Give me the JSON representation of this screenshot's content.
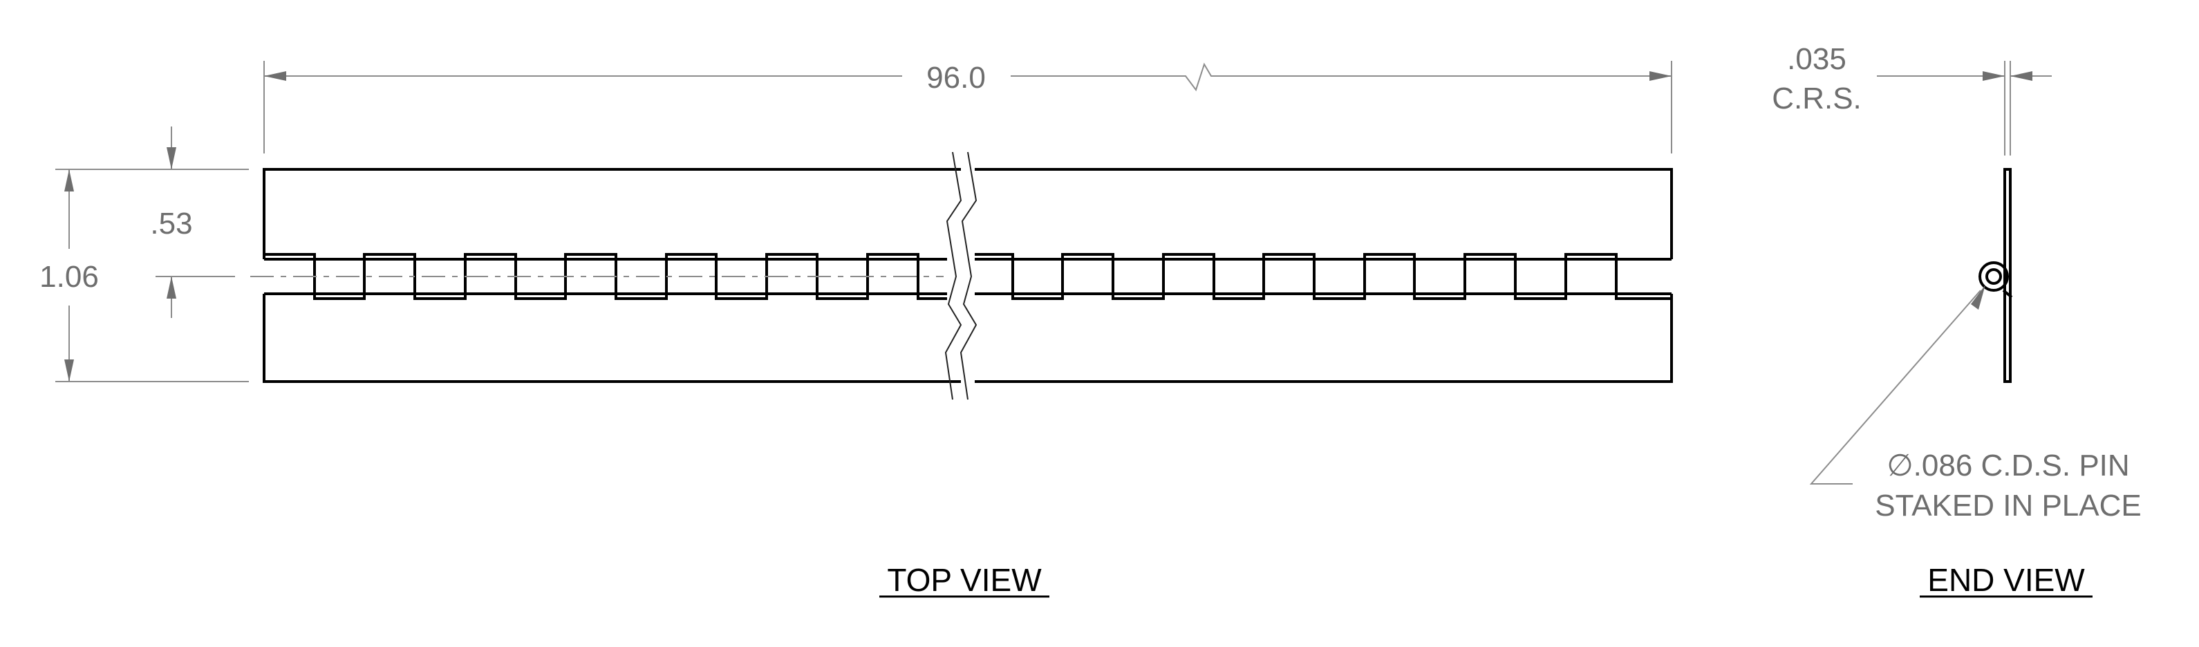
{
  "top_view": {
    "title": "TOP VIEW",
    "overall_length": "96.0",
    "overall_width": "1.06",
    "half_width": ".53"
  },
  "end_view": {
    "title": "END VIEW",
    "thickness": ".035",
    "material": "C.R.S.",
    "pin_note_line1": "∅.086 C.D.S. PIN",
    "pin_note_line2": "STAKED IN PLACE"
  },
  "colors": {
    "object_line": "#000000",
    "dimension_line": "#8c8c8c",
    "dimension_text": "#6e6e6e"
  }
}
